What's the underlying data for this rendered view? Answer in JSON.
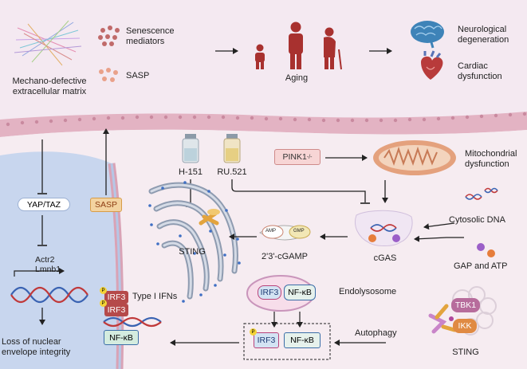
{
  "top": {
    "ecm_label": "Mechano-defective\nextracellular matrix",
    "senescence_label": "Senescence\nmediators",
    "sasp_label": "SASP",
    "aging_label": "Aging",
    "neuro_label": "Neurological\ndegeneration",
    "cardiac_label": "Cardiac\ndysfunction"
  },
  "nucleus": {
    "yap_taz": "YAP/TAZ",
    "genes": "Actr2\nLmnb1",
    "outcome": "Loss of nuclear\nenvelope integrity"
  },
  "cytoplasm": {
    "sasp_box": "SASP",
    "h151": "H-151",
    "ru521": "RU.521",
    "pink1": "PINK1",
    "pink1_sup": "-/-",
    "mito_label": "Mitochondrial\ndysfunction",
    "cyto_dna": "Cytosolic DNA",
    "gap_atp": "GAP and ATP",
    "cgas": "cGAS",
    "cgamp": "2'3'-cGAMP",
    "amp": "AMP",
    "gmp": "GMP",
    "sting_er": "STING",
    "endolysosome": "Endolysosome",
    "irf3": "IRF3",
    "nfkb": "NF-κB",
    "autophagy": "Autophagy",
    "tbk1": "TBK1",
    "ikk": "IKK",
    "sting_bottom": "STING",
    "type1_ifn": "Type I IFNs",
    "p": "P"
  }
}
